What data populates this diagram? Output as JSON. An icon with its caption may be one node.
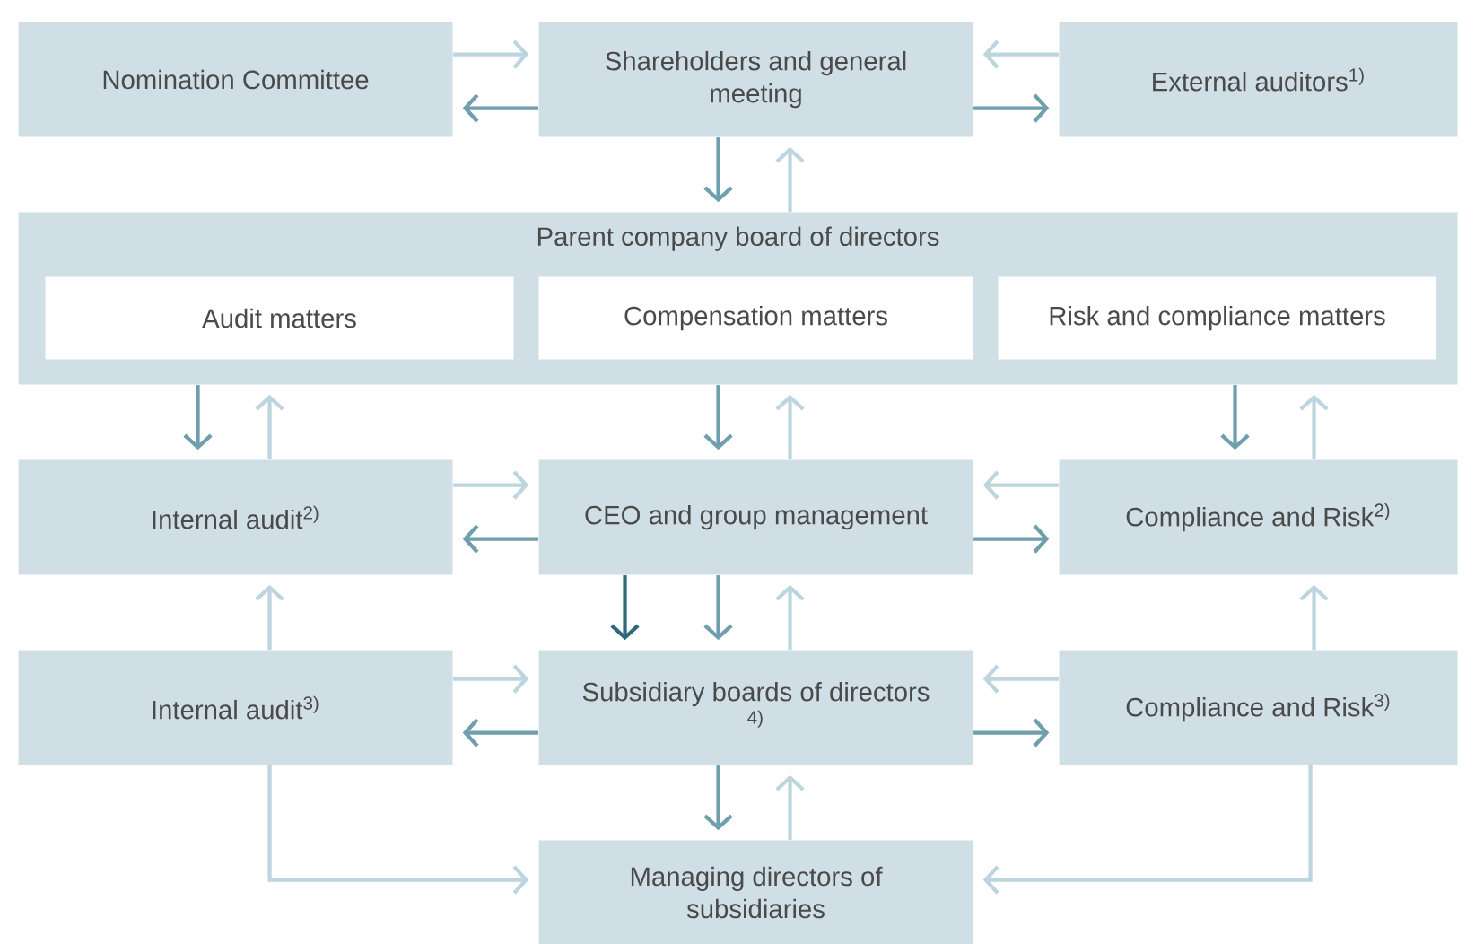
{
  "diagram": {
    "nodes": [
      {
        "text": [
          "Nomination Committee"
        ]
      },
      {
        "text": [
          "Shareholders and general meeting"
        ]
      },
      {
        "text": [
          "External auditors$^{1)}$"
        ]
      },
      {
        "text": [
          "Parent company board of directors"
        ]
      },
      {
        "text": [
          "Audit matters"
        ],
        "in": 3
      },
      {
        "text": [
          "Compensation matters"
        ],
        "in": 3
      },
      {
        "text": [
          "Risk and compliance matters"
        ],
        "in": 3
      },
      {
        "text": [
          "Internal audit$^{2)}$"
        ]
      },
      {
        "text": [
          "CEO and group management"
        ]
      },
      {
        "text": [
          "Compliance and Risk$^{2)}$"
        ]
      },
      {
        "text": [
          "Internal audit$^{3)}$"
        ]
      },
      {
        "text": [
          "Subsidiary boards of directors $^{4)}$"
        ]
      },
      {
        "text": [
          "Compliance and Risk$^{3)}$"
        ]
      },
      {
        "text": [
          "Managing directors of subsidiaries"
        ]
      }
    ],
    "edges": [
      {
        "from": 0,
        "to": 1,
        "arrow": "to"
      },
      {
        "from": 1,
        "to": 0,
        "arrow": "to",
        "color": "#6f9fad"
      },
      {
        "from": 2,
        "to": 1,
        "arrow": "to"
      },
      {
        "from": 1,
        "to": 2,
        "arrow": "to",
        "color": "#6f9fad"
      },
      {
        "from": 1,
        "to": 3,
        "arrow": "to",
        "color": "#6f9fad"
      },
      {
        "from": 3,
        "to": 1,
        "arrow": "to"
      },
      {
        "from": 3,
        "to": 7,
        "arrow": "to",
        "color": "#6f9fad"
      },
      {
        "from": 7,
        "to": 3,
        "arrow": "to"
      },
      {
        "from": 3,
        "to": 8,
        "arrow": "to",
        "color": "#6f9fad"
      },
      {
        "from": 8,
        "to": 3,
        "arrow": "to"
      },
      {
        "from": 3,
        "to": 9,
        "arrow": "to",
        "color": "#6f9fad"
      },
      {
        "from": 9,
        "to": 3,
        "arrow": "to"
      },
      {
        "from": 7,
        "to": 8,
        "arrow": "to"
      },
      {
        "from": 8,
        "to": 7,
        "arrow": "to",
        "color": "#6f9fad"
      },
      {
        "from": 9,
        "to": 8,
        "arrow": "to"
      },
      {
        "from": 8,
        "to": 9,
        "arrow": "to",
        "color": "#6f9fad"
      },
      {
        "from": 8,
        "to": 11,
        "arrow": "to",
        "color": "#2e6b7a"
      },
      {
        "from": 8,
        "to": 11,
        "arrow": "to",
        "color": "#6f9fad"
      },
      {
        "from": 11,
        "to": 8,
        "arrow": "to"
      },
      {
        "from": 10,
        "to": 7,
        "arrow": "to"
      },
      {
        "from": 12,
        "to": 9,
        "arrow": "to"
      },
      {
        "from": 10,
        "to": 11,
        "arrow": "to"
      },
      {
        "from": 11,
        "to": 10,
        "arrow": "to",
        "color": "#6f9fad"
      },
      {
        "from": 12,
        "to": 11,
        "arrow": "to"
      },
      {
        "from": 11,
        "to": 12,
        "arrow": "to",
        "color": "#6f9fad"
      },
      {
        "from": 11,
        "to": 13,
        "arrow": "to",
        "color": "#6f9fad"
      },
      {
        "from": 13,
        "to": 11,
        "arrow": "to"
      },
      {
        "from": 10,
        "to": 13,
        "arrow": "to"
      },
      {
        "from": 12,
        "to": 13,
        "arrow": "to"
      }
    ]
  }
}
